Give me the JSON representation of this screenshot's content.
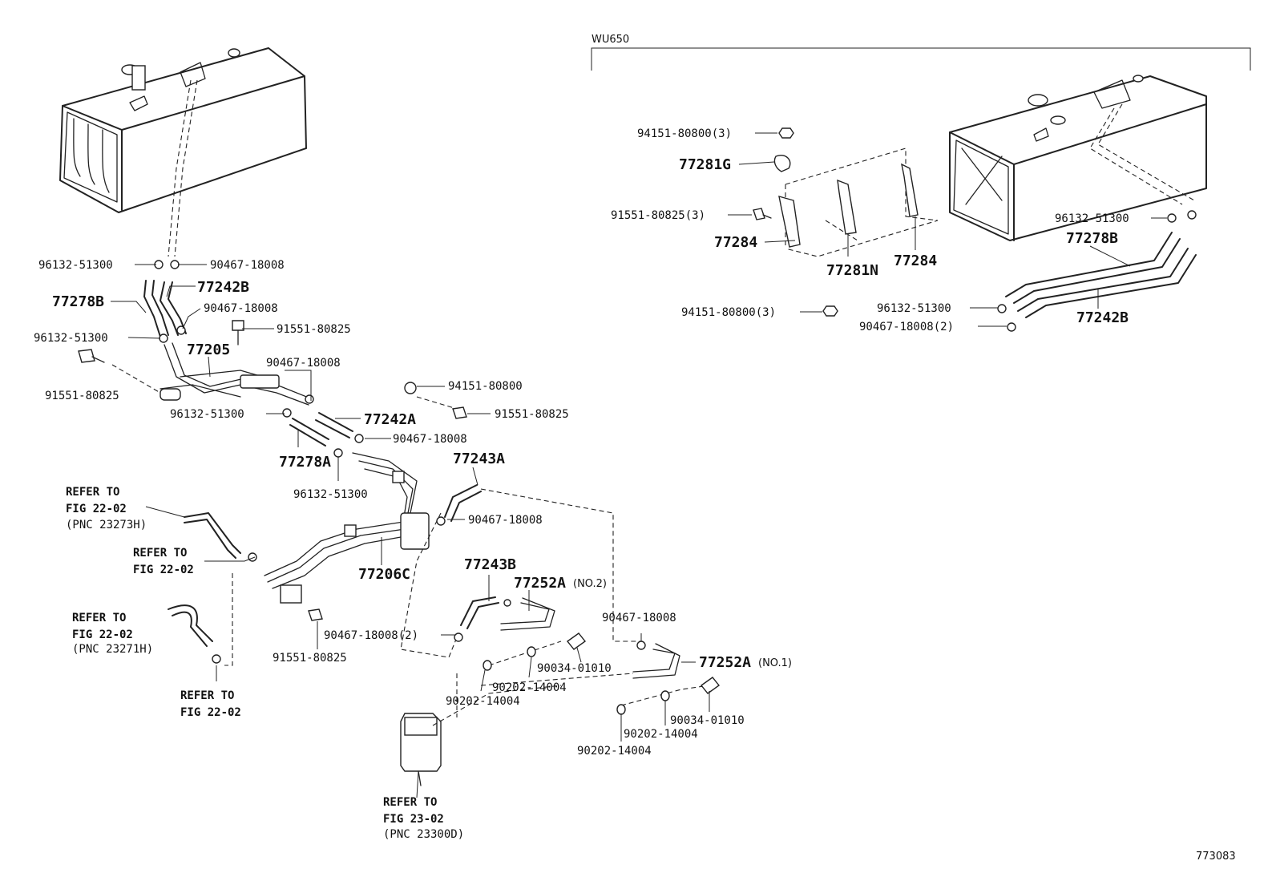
{
  "variant_label": "WU650",
  "figure_number": "773083",
  "parts": {
    "p96132_51300": "96132-51300",
    "p90467_18008": "90467-18008",
    "p90467_18008_x2": "90467-18008(2)",
    "p91551_80825": "91551-80825",
    "p91551_80825_x3": "91551-80825(3)",
    "p94151_80800": "94151-80800",
    "p94151_80800_x3": "94151-80800(3)",
    "p90034_01010": "90034-01010",
    "p90202_14004": "90202-14004",
    "p77278B": "77278B",
    "p77242B": "77242B",
    "p77205": "77205",
    "p77242A": "77242A",
    "p77278A": "77278A",
    "p77243A": "77243A",
    "p77243B": "77243B",
    "p77206C": "77206C",
    "p77252A": "77252A",
    "no2": "(NO.2)",
    "no1": "(NO.1)",
    "p77281G": "77281G",
    "p77284": "77284",
    "p77281N": "77281N"
  },
  "refs": {
    "refer_to": "REFER TO",
    "fig_22_02": "FIG 22-02",
    "fig_23_02": "FIG 23-02",
    "pnc_23273H": "(PNC 23273H)",
    "pnc_23271H": "(PNC 23271H)",
    "pnc_23300D": "(PNC 23300D)"
  }
}
